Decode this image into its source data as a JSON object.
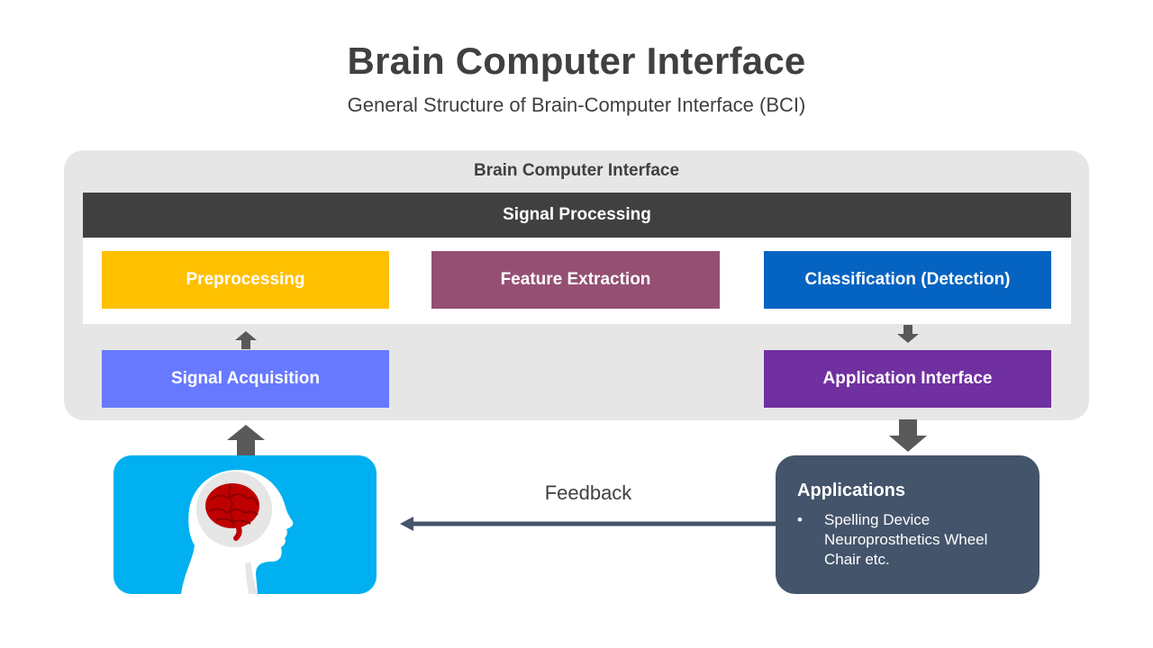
{
  "title": "Brain Computer Interface",
  "subtitle": "General Structure of Brain-Computer Interface (BCI)",
  "outer_label": "Brain Computer Interface",
  "signal_processing": {
    "header": "Signal Processing",
    "steps": [
      {
        "label": "Preprocessing",
        "color": "#ffc000"
      },
      {
        "label": "Feature  Extraction",
        "color": "#954f72"
      },
      {
        "label": "Classification  (Detection)",
        "color": "#0563c1"
      }
    ]
  },
  "signal_acquisition": {
    "label": "Signal Acquisition",
    "color": "#6779ff"
  },
  "application_interface": {
    "label": "Application Interface",
    "color": "#7030a0"
  },
  "feedback_label": "Feedback",
  "applications": {
    "title": "Applications",
    "bullet": "•",
    "items": [
      "Spelling Device",
      "Neuroprosthetics Wheel",
      "Chair etc."
    ]
  },
  "colors": {
    "outer_bg": "#e6e6e6",
    "header_bg": "#404040",
    "arrow": "#595959",
    "head_box": "#00b0f0",
    "apps_box": "#44546a",
    "feedback_arrow": "#44546a",
    "brain": "#c00000"
  },
  "icons": [
    "human-head-with-brain-icon",
    "up-arrow-icon",
    "down-arrow-icon",
    "left-arrow-icon"
  ]
}
